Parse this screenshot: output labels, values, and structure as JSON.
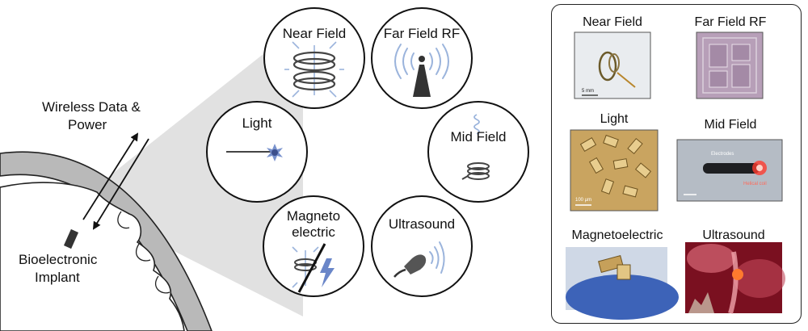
{
  "diagram": {
    "wireless_label_line1": "Wireless Data &",
    "wireless_label_line2": "Power",
    "implant_label_line1": "Bioelectronic",
    "implant_label_line2": "Implant",
    "methods": {
      "near_field": "Near Field",
      "far_field_rf": "Far Field RF",
      "light": "Light",
      "mid_field": "Mid Field",
      "magneto_line1": "Magneto",
      "magneto_line2": "electric",
      "ultrasound": "Ultrasound"
    },
    "icons": {
      "near_field": "coil-loops-icon",
      "far_field_rf": "antenna-tower-icon",
      "light": "light-beam-icon",
      "mid_field": "wave-coil-icon",
      "magnetoelectric": "coil-lightning-icon",
      "ultrasound": "ultrasound-probe-icon"
    }
  },
  "photo_panel": {
    "near_field": "Near Field",
    "far_field_rf": "Far Field RF",
    "light": "Light",
    "mid_field": "Mid Field",
    "magnetoelectric": "Magnetoelectric",
    "ultrasound": "Ultrasound",
    "near_field_scale": "5 mm",
    "light_scale": "100 µm",
    "mid_field_tag1": "Electrodes",
    "mid_field_tag2": "Helical coil"
  },
  "colors": {
    "outline": "#111111",
    "skull_gray": "#b9b9b9",
    "beam_gray": "#d8d8d8",
    "accent_blue": "#9bb4dc",
    "light_blue": "#6a86c8"
  }
}
